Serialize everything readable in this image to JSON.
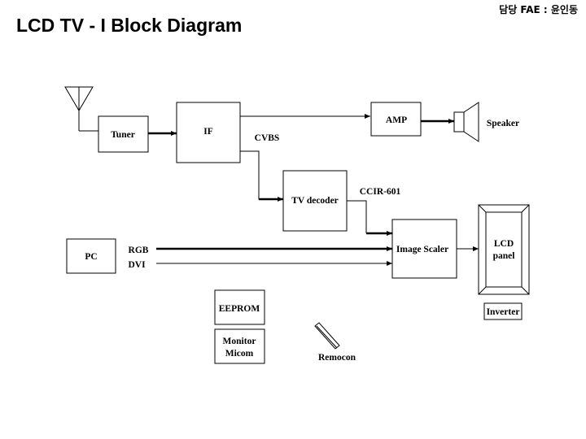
{
  "header": {
    "title": "LCD TV - I  Block Diagram",
    "author": "담당 FAE : 윤인동"
  },
  "blocks": {
    "tuner": "Tuner",
    "if": "IF",
    "amp": "AMP",
    "speaker": "Speaker",
    "tv_decoder": "TV decoder",
    "pc": "PC",
    "image_scaler": "Image Scaler",
    "lcd_panel_line1": "LCD",
    "lcd_panel_line2": "panel",
    "eeprom": "EEPROM",
    "monitor_micom_line1": "Monitor",
    "monitor_micom_line2": "Micom",
    "inverter": "Inverter",
    "remocon": "Remocon"
  },
  "signals": {
    "cvbs": "CVBS",
    "ccir": "CCIR-601",
    "rgb": "RGB",
    "dvi": "DVI"
  },
  "icons": {
    "antenna": "antenna-icon",
    "speaker": "speaker-icon",
    "remote": "remote-control-icon"
  }
}
